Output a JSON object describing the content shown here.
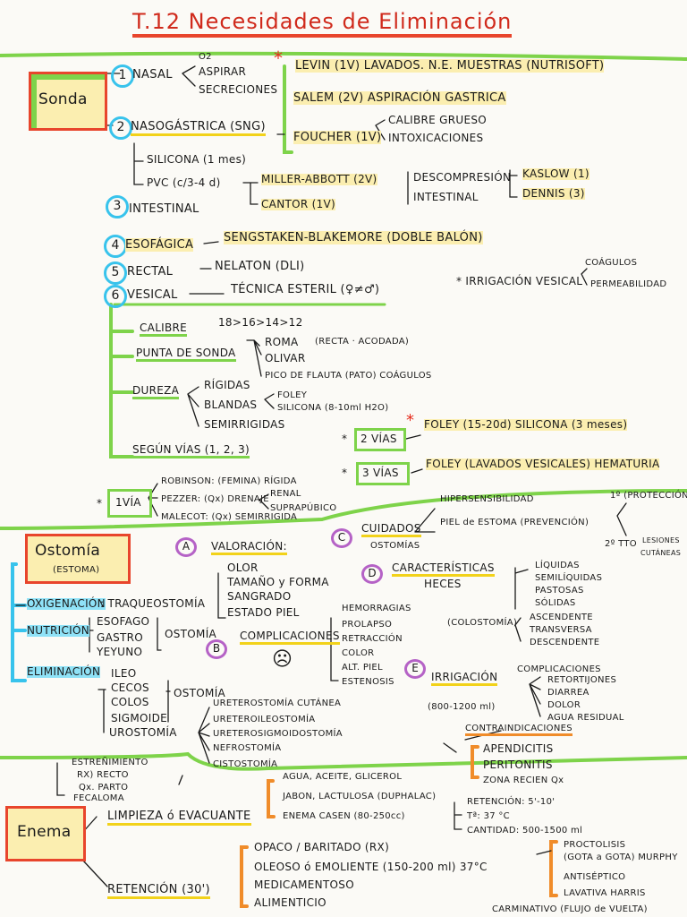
{
  "title": "T.12 Necesidades de Eliminación",
  "sonda": {
    "label": "Sonda",
    "n1": "1",
    "nasal": "NASAL",
    "o2": "O2",
    "aspirar": "ASPIRAR",
    "secreciones": "SECRECIONES",
    "levin": "LEVIN (1V) LAVADOS. N.E. MUESTRAS (NUTRISOFT)",
    "salem": "SALEM (2V) ASPIRACIÓN GASTRICA",
    "foucher": "FOUCHER (1V)",
    "calibre_grueso": "CALIBRE GRUESO",
    "intoxicaciones": "INTOXICACIONES",
    "n2": "2",
    "nasogastrica": "NASOGÁSTRICA (SNG)",
    "silicona": "SILICONA (1 mes)",
    "pvc": "PVC (c/3-4 d)",
    "n3": "3",
    "intestinal": "INTESTINAL",
    "miller": "MILLER-ABBOTT (2V)",
    "cantor": "CANTOR (1V)",
    "descompresion": "DESCOMPRESIÓN",
    "intestinal2": "INTESTINAL",
    "kaslow": "KASLOW (1)",
    "dennis": "DENNIS (3)",
    "n4": "4",
    "esofagica": "ESOFÁGICA",
    "sengstaken": "SENGSTAKEN-BLAKEMORE (DOBLE BALÓN)",
    "n5": "5",
    "rectal": "RECTAL",
    "nelaton": "NELATON (DLI)",
    "n6": "6",
    "vesical": "VESICAL",
    "tecnica": "TÉCNICA ESTERIL (♀≠♂)",
    "irrigacion_vesical": "* IRRIGACIÓN VESICAL",
    "coagulos": "COÁGULOS",
    "permeabilidad": "PERMEABILIDAD",
    "calibre": "CALIBRE",
    "calibre_vals": "18>16>14>12",
    "punta": "PUNTA DE SONDA",
    "roma": "ROMA",
    "recta": "(RECTA · ACODADA)",
    "olivar": "OLIVAR",
    "pico": "PICO DE FLAUTA (PATO) COÁGULOS",
    "dureza": "DUREZA",
    "rigidas": "RÍGIDAS",
    "blandas": "BLANDAS",
    "foley": "FOLEY",
    "silicona2": "SILICONA (8-10ml H2O)",
    "semirrigidas": "SEMIRRIGIDAS",
    "segun_vias": "SEGÚN VÍAS (1, 2, 3)",
    "dos_vias": "2 VÍAS",
    "foley2": "FOLEY (15-20d) SILICONA (3 meses)",
    "tres_vias": "3 VÍAS",
    "foley3": "FOLEY (LAVADOS VESICALES) HEMATURIA",
    "una_via": "1VÍA",
    "robinson": "ROBINSON: (FEMINA) RÍGIDA",
    "pezzer": "PEZZER: (Qx) DRENAJE",
    "renal": "RENAL",
    "suprapubico": "SUPRAPÚBICO",
    "malecot": "MALECOT: (Qx) SEMIRRIGIDA"
  },
  "ostomia": {
    "label": "Ostomía",
    "estoma": "(ESTOMA)",
    "oxigenacion": "OXIGENACIÓN",
    "traqueostomia": ": TRAQUEOSTOMÍA",
    "nutricion": "NUTRICIÓN",
    "esofago": "ESOFAGO",
    "gastro": "GASTRO",
    "yeyuno": "YEYUNO",
    "ostomia_w": "OSTOMÍA",
    "eliminacion": "ELIMINACIÓN",
    "ileo": "ILEO",
    "cecos": "CECOS",
    "colos": "COLOS",
    "sigmoide": "SIGMOIDE",
    "urostomia": "UROSTOMÍA",
    "ur1": "URETEROSTOMÍA CUTÁNEA",
    "ur2": "URETEROILEOSTOMÍA",
    "ur3": "URETEROSIGMOIDOSTOMÍA",
    "nefro": "NEFROSTOMÍA",
    "cisto": "CISTOSTOMÍA",
    "a": "A",
    "valoracion": "VALORACIÓN:",
    "olor": "OLOR",
    "tamano": "TAMAÑO y FORMA",
    "sangrado": "SANGRADO",
    "piel": "ESTADO PIEL",
    "b": "B",
    "complicaciones": "COMPLICACIONES",
    "hemorragias": "HEMORRAGIAS",
    "prolapso": "PROLAPSO",
    "retraccion": "RETRACCIÓN",
    "color": "COLOR",
    "alt_piel": "ALT. PIEL",
    "estenosis": "ESTENOSIS",
    "c": "C",
    "cuidados": "CUIDADOS",
    "ostomias": "OSTOMÍAS",
    "hiper": "HIPERSENSIBILIDAD",
    "piel_estoma": "PIEL de ESTOMA (PREVENCIÓN)",
    "uno_prot": "1º (PROTECCIÓN)",
    "dos_tto": "2º TTO",
    "lesiones": "LESIONES",
    "cutaneas": "CUTÁNEAS",
    "d": "D",
    "caracteristicas": "CARACTERÍSTICAS",
    "heces": "HECES",
    "colostomia": "(COLOSTOMÍA)",
    "liquidas": "LÍQUIDAS",
    "semiliquidas": "SEMILÍQUIDAS",
    "pastosas": "PASTOSAS",
    "solidas": "SÓLIDAS",
    "ascendente": "ASCENDENTE",
    "transversa": "TRANSVERSA",
    "descendente": "DESCENDENTE",
    "e": "E",
    "irrigacion": "IRRIGACIÓN",
    "ml": "(800-1200 ml)",
    "compl2": "COMPLICACIONES",
    "retortijones": "RETORTIJONES",
    "diarrea": "DIARREA",
    "dolor": "DOLOR",
    "agua": "AGUA RESIDUAL",
    "contra": "CONTRAINDICACIONES",
    "apendicitis": "APENDICITIS",
    "peritonitis": "PERITONITIS",
    "zona": "ZONA RECIEN Qx"
  },
  "enema": {
    "label": "Enema",
    "estrenimiento": "ESTREÑIMIENTO",
    "rx": "RX) RECTO",
    "qx": "Qx. PARTO",
    "fecaloma": "FECALOMA",
    "limpieza": "LIMPIEZA ó EVACUANTE",
    "agua": "AGUA, ACEITE, GLICEROL",
    "jabon": "JABON, LACTULOSA (DUPHALAC)",
    "casen": "ENEMA CASEN (80-250cc)",
    "ret_time": "RETENCIÓN: 5'-10'",
    "temp": "Tª: 37 °C",
    "cantidad": "CANTIDAD: 500-1500 ml",
    "retencion": "RETENCIÓN (30')",
    "opaco": "OPACO / BARITADO (RX)",
    "oleoso": "OLEOSO ó EMOLIENTE (150-200 ml) 37°C",
    "medic": "MEDICAMENTOSO",
    "alim": "ALIMENTICIO",
    "procto": "PROCTOLISIS",
    "gota": "(GOTA a GOTA) MURPHY",
    "antisep": "ANTISÉPTICO",
    "lavativa": "LAVATIVA HARRIS",
    "carminativo": "CARMINATIVO (FLUJO de VUELTA)"
  }
}
